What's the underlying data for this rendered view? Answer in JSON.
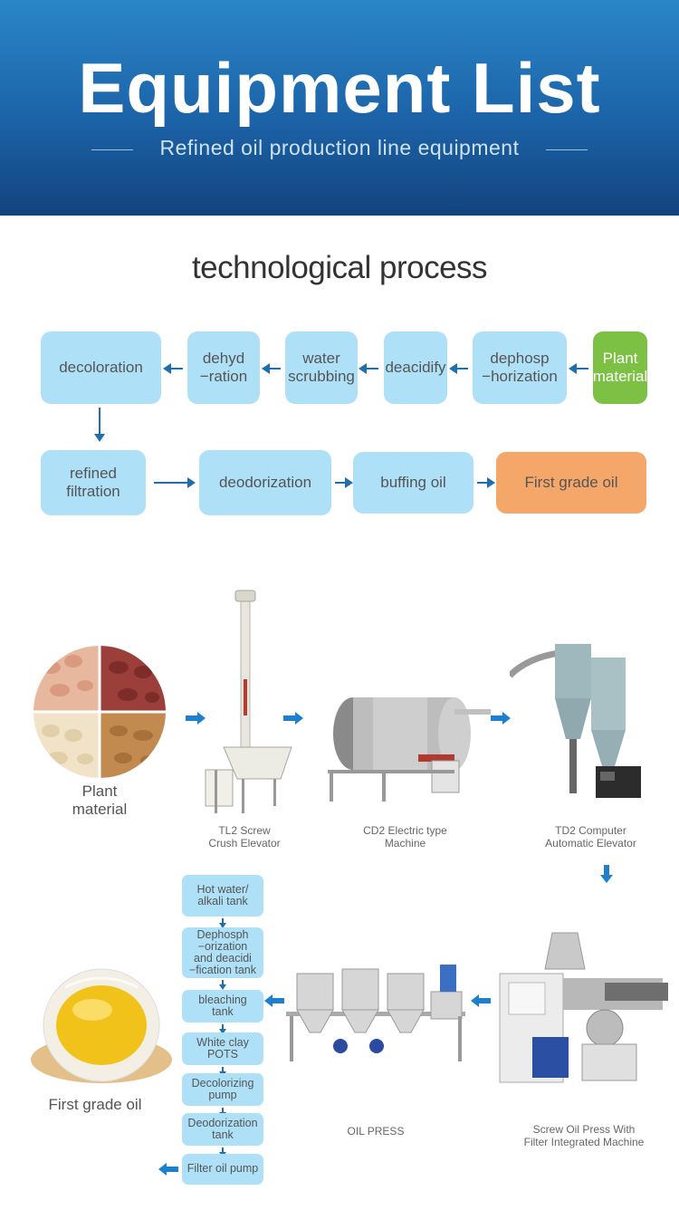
{
  "header": {
    "title": "Equipment List",
    "subtitle": "Refined oil production line equipment"
  },
  "section_title": "technological process",
  "process_row1": [
    "decoloration",
    "dehyd\n−ration",
    "water\nscrubbing",
    "deacidify",
    "dephosp\n−horization",
    "Plant\nmaterial"
  ],
  "process_row2": [
    "refined\nfiltration",
    "deodorization",
    "buffing oil",
    "First grade oil"
  ],
  "machines": {
    "plant_material": "Plant\nmaterial",
    "elevator": "TL2  Screw\nCrush Elevator",
    "roaster": "CD2  Electric type\nMachine",
    "computer_elevator": "TD2  Computer\nAutomatic Elevator",
    "screw_press": "Screw Oil Press With\nFilter Integrated Machine",
    "oil_press": "OIL PRESS",
    "first_grade_oil": "First grade oil"
  },
  "refining_steps": [
    "Hot water/\nalkali tank",
    "Dephosph\n−orization\nand deacidi\n−fication tank",
    "bleaching\ntank",
    "White clay\nPOTS",
    "Decolorizing\npump",
    "Deodorization\ntank",
    "Filter oil pump"
  ],
  "colors": {
    "banner": "#1c63a8",
    "process_box": "#aee1f7",
    "plant_box": "#7cc143",
    "final_box": "#f5a76a",
    "arrow": "#1f6fae"
  }
}
